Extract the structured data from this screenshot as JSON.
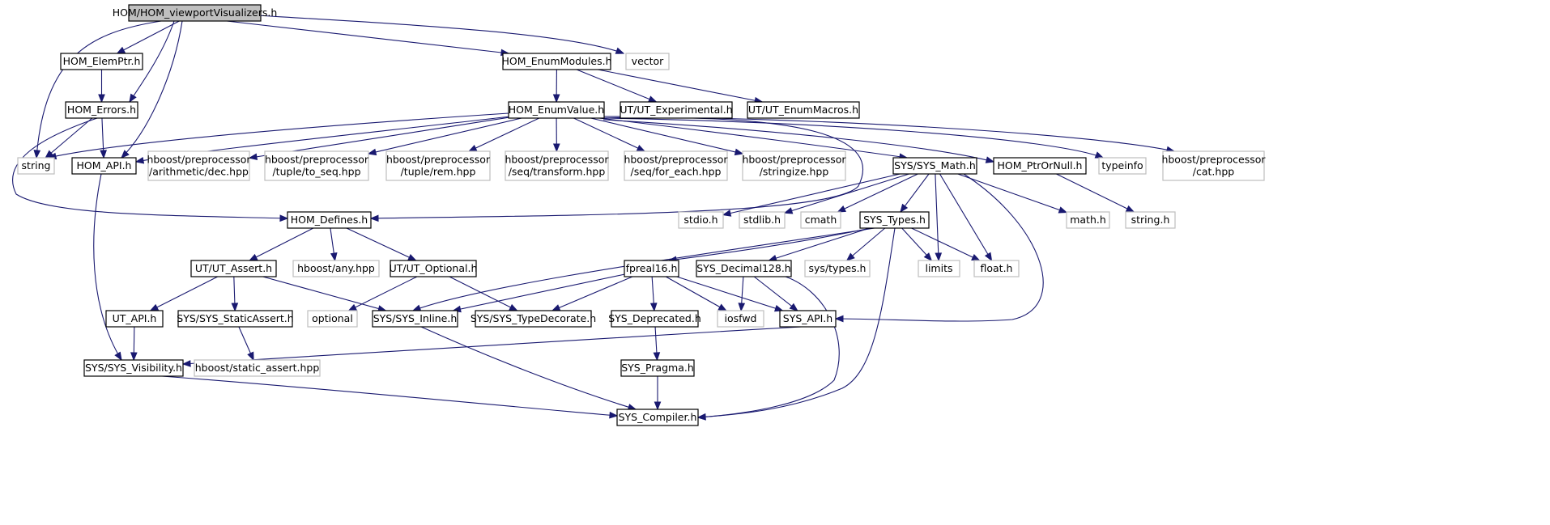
{
  "colors": {
    "root_fill": "#bfbfbf",
    "local_border": "#000000",
    "system_border": "#bfbfbf",
    "edge": "#191970",
    "text": "#000000"
  },
  "nodes": [
    {
      "id": "root",
      "lines": [
        "HOM/HOM_viewportVisualizers.h"
      ],
      "kind": "root"
    },
    {
      "id": "elemptr",
      "lines": [
        "HOM_ElemPtr.h"
      ],
      "kind": "local"
    },
    {
      "id": "enummodules",
      "lines": [
        "HOM_EnumModules.h"
      ],
      "kind": "local"
    },
    {
      "id": "vector",
      "lines": [
        "vector"
      ],
      "kind": "system"
    },
    {
      "id": "errors",
      "lines": [
        "HOM_Errors.h"
      ],
      "kind": "local"
    },
    {
      "id": "enumvalue",
      "lines": [
        "HOM_EnumValue.h"
      ],
      "kind": "local"
    },
    {
      "id": "ut_experimental",
      "lines": [
        "UT/UT_Experimental.h"
      ],
      "kind": "local"
    },
    {
      "id": "ut_enummacros",
      "lines": [
        "UT/UT_EnumMacros.h"
      ],
      "kind": "local"
    },
    {
      "id": "string",
      "lines": [
        "string"
      ],
      "kind": "system"
    },
    {
      "id": "homapi",
      "lines": [
        "HOM_API.h"
      ],
      "kind": "local"
    },
    {
      "id": "pp_dec",
      "lines": [
        "hboost/preprocessor",
        "/arithmetic/dec.hpp"
      ],
      "kind": "system"
    },
    {
      "id": "pp_toseq",
      "lines": [
        "hboost/preprocessor",
        "/tuple/to_seq.hpp"
      ],
      "kind": "system"
    },
    {
      "id": "pp_rem",
      "lines": [
        "hboost/preprocessor",
        "/tuple/rem.hpp"
      ],
      "kind": "system"
    },
    {
      "id": "pp_transform",
      "lines": [
        "hboost/preprocessor",
        "/seq/transform.hpp"
      ],
      "kind": "system"
    },
    {
      "id": "pp_foreach",
      "lines": [
        "hboost/preprocessor",
        "/seq/for_each.hpp"
      ],
      "kind": "system"
    },
    {
      "id": "pp_stringize",
      "lines": [
        "hboost/preprocessor",
        "/stringize.hpp"
      ],
      "kind": "system"
    },
    {
      "id": "sysmath",
      "lines": [
        "SYS/SYS_Math.h"
      ],
      "kind": "local"
    },
    {
      "id": "ptrornull",
      "lines": [
        "HOM_PtrOrNull.h"
      ],
      "kind": "local"
    },
    {
      "id": "typeinfo",
      "lines": [
        "typeinfo"
      ],
      "kind": "system"
    },
    {
      "id": "pp_cat",
      "lines": [
        "hboost/preprocessor",
        "/cat.hpp"
      ],
      "kind": "system"
    },
    {
      "id": "defines",
      "lines": [
        "HOM_Defines.h"
      ],
      "kind": "local"
    },
    {
      "id": "stdio",
      "lines": [
        "stdio.h"
      ],
      "kind": "system"
    },
    {
      "id": "stdlib",
      "lines": [
        "stdlib.h"
      ],
      "kind": "system"
    },
    {
      "id": "cmath",
      "lines": [
        "cmath"
      ],
      "kind": "system"
    },
    {
      "id": "systypes",
      "lines": [
        "SYS_Types.h"
      ],
      "kind": "local"
    },
    {
      "id": "mathh",
      "lines": [
        "math.h"
      ],
      "kind": "system"
    },
    {
      "id": "stringh",
      "lines": [
        "string.h"
      ],
      "kind": "system"
    },
    {
      "id": "utassert",
      "lines": [
        "UT/UT_Assert.h"
      ],
      "kind": "local"
    },
    {
      "id": "hboost_any",
      "lines": [
        "hboost/any.hpp"
      ],
      "kind": "system"
    },
    {
      "id": "utoptional",
      "lines": [
        "UT/UT_Optional.h"
      ],
      "kind": "local"
    },
    {
      "id": "fpreal16",
      "lines": [
        "fpreal16.h"
      ],
      "kind": "local"
    },
    {
      "id": "decimal128",
      "lines": [
        "SYS_Decimal128.h"
      ],
      "kind": "local"
    },
    {
      "id": "systypesh",
      "lines": [
        "sys/types.h"
      ],
      "kind": "system"
    },
    {
      "id": "limits",
      "lines": [
        "limits"
      ],
      "kind": "system"
    },
    {
      "id": "floath",
      "lines": [
        "float.h"
      ],
      "kind": "system"
    },
    {
      "id": "utapi",
      "lines": [
        "UT_API.h"
      ],
      "kind": "local"
    },
    {
      "id": "staticassert",
      "lines": [
        "SYS/SYS_StaticAssert.h"
      ],
      "kind": "local"
    },
    {
      "id": "optional",
      "lines": [
        "optional"
      ],
      "kind": "system"
    },
    {
      "id": "sysinline",
      "lines": [
        "SYS/SYS_Inline.h"
      ],
      "kind": "local"
    },
    {
      "id": "typedecorate",
      "lines": [
        "SYS/SYS_TypeDecorate.h"
      ],
      "kind": "local"
    },
    {
      "id": "deprecated",
      "lines": [
        "SYS_Deprecated.h"
      ],
      "kind": "local"
    },
    {
      "id": "iosfwd",
      "lines": [
        "iosfwd"
      ],
      "kind": "system"
    },
    {
      "id": "sysapi",
      "lines": [
        "SYS_API.h"
      ],
      "kind": "local"
    },
    {
      "id": "visibility",
      "lines": [
        "SYS/SYS_Visibility.h"
      ],
      "kind": "local"
    },
    {
      "id": "hboost_static_assert",
      "lines": [
        "hboost/static_assert.hpp"
      ],
      "kind": "system"
    },
    {
      "id": "pragma",
      "lines": [
        "SYS_Pragma.h"
      ],
      "kind": "local"
    },
    {
      "id": "compiler",
      "lines": [
        "SYS_Compiler.h"
      ],
      "kind": "local"
    }
  ],
  "edges": [
    [
      "root",
      "string"
    ],
    [
      "root",
      "elemptr"
    ],
    [
      "root",
      "errors"
    ],
    [
      "root",
      "homapi"
    ],
    [
      "root",
      "enummodules"
    ],
    [
      "root",
      "vector"
    ],
    [
      "elemptr",
      "errors"
    ],
    [
      "errors",
      "string"
    ],
    [
      "errors",
      "homapi"
    ],
    [
      "errors",
      "defines"
    ],
    [
      "enummodules",
      "enumvalue"
    ],
    [
      "enummodules",
      "ut_experimental"
    ],
    [
      "enummodules",
      "ut_enummacros"
    ],
    [
      "enumvalue",
      "string"
    ],
    [
      "enumvalue",
      "homapi"
    ],
    [
      "enumvalue",
      "pp_dec"
    ],
    [
      "enumvalue",
      "pp_toseq"
    ],
    [
      "enumvalue",
      "pp_rem"
    ],
    [
      "enumvalue",
      "pp_transform"
    ],
    [
      "enumvalue",
      "pp_foreach"
    ],
    [
      "enumvalue",
      "pp_stringize"
    ],
    [
      "enumvalue",
      "sysmath"
    ],
    [
      "enumvalue",
      "ptrornull"
    ],
    [
      "enumvalue",
      "typeinfo"
    ],
    [
      "enumvalue",
      "pp_cat"
    ],
    [
      "enumvalue",
      "defines"
    ],
    [
      "homapi",
      "visibility"
    ],
    [
      "sysmath",
      "stdio"
    ],
    [
      "sysmath",
      "stdlib"
    ],
    [
      "sysmath",
      "cmath"
    ],
    [
      "sysmath",
      "systypes"
    ],
    [
      "sysmath",
      "mathh"
    ],
    [
      "sysmath",
      "limits"
    ],
    [
      "sysmath",
      "floath"
    ],
    [
      "sysmath",
      "sysapi"
    ],
    [
      "ptrornull",
      "stringh"
    ],
    [
      "defines",
      "utassert"
    ],
    [
      "defines",
      "hboost_any"
    ],
    [
      "defines",
      "utoptional"
    ],
    [
      "systypes",
      "fpreal16"
    ],
    [
      "systypes",
      "decimal128"
    ],
    [
      "systypes",
      "systypesh"
    ],
    [
      "systypes",
      "limits"
    ],
    [
      "systypes",
      "floath"
    ],
    [
      "systypes",
      "sysinline"
    ],
    [
      "systypes",
      "compiler"
    ],
    [
      "utassert",
      "utapi"
    ],
    [
      "utassert",
      "staticassert"
    ],
    [
      "utassert",
      "sysinline"
    ],
    [
      "utoptional",
      "optional"
    ],
    [
      "utoptional",
      "typedecorate"
    ],
    [
      "fpreal16",
      "sysinline"
    ],
    [
      "fpreal16",
      "typedecorate"
    ],
    [
      "fpreal16",
      "deprecated"
    ],
    [
      "fpreal16",
      "iosfwd"
    ],
    [
      "fpreal16",
      "sysapi"
    ],
    [
      "decimal128",
      "iosfwd"
    ],
    [
      "decimal128",
      "sysapi"
    ],
    [
      "decimal128",
      "compiler"
    ],
    [
      "utapi",
      "visibility"
    ],
    [
      "staticassert",
      "hboost_static_assert"
    ],
    [
      "sysinline",
      "compiler"
    ],
    [
      "sysapi",
      "visibility"
    ],
    [
      "deprecated",
      "pragma"
    ],
    [
      "pragma",
      "compiler"
    ],
    [
      "visibility",
      "compiler"
    ]
  ]
}
